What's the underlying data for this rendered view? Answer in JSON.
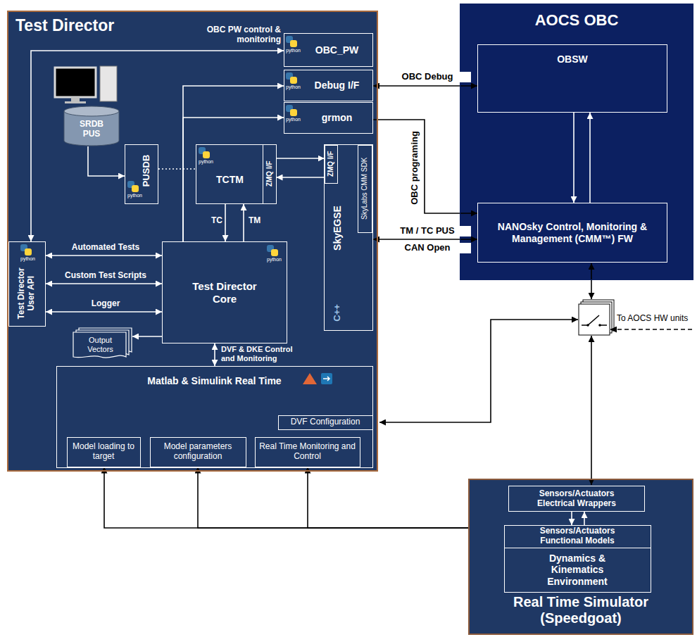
{
  "diagram": {
    "nodes": [
      {
        "text": [
          "Test Director"
        ]
      },
      {
        "text": [
          "OBC_PW"
        ],
        "in": 0
      },
      {
        "text": [
          "Debug I/F"
        ],
        "in": 0
      },
      {
        "text": [
          "grmon"
        ],
        "in": 0
      },
      {
        "text": [
          "SRDB PUS"
        ],
        "in": 0
      },
      {
        "text": [
          "PUSDB"
        ],
        "in": 0
      },
      {
        "text": [
          "TCTM"
        ],
        "in": 0
      },
      {
        "text": [
          "ZMQ I/F"
        ],
        "in": 6
      },
      {
        "text": [
          "SkyEGSE",
          "C++"
        ],
        "in": 0
      },
      {
        "text": [
          "ZMQ I/F"
        ],
        "in": 8
      },
      {
        "text": [
          "SkyLabs CMM SDK"
        ],
        "in": 8
      },
      {
        "text": [
          "Test Director User API"
        ],
        "in": 0
      },
      {
        "text": [
          "Test Director Core"
        ],
        "in": 0
      },
      {
        "text": [
          "Output Vectors"
        ],
        "in": 0
      },
      {
        "text": [
          "Matlab & Simulink Real Time"
        ],
        "in": 0
      },
      {
        "text": [
          "DVF Configuration"
        ],
        "in": 14
      },
      {
        "text": [
          "Model loading to target"
        ],
        "in": 14
      },
      {
        "text": [
          "Model parameters configuration"
        ],
        "in": 14
      },
      {
        "text": [
          "Real Time Monitoring and Control"
        ],
        "in": 14
      },
      {
        "text": [
          "AOCS OBC"
        ]
      },
      {
        "text": [
          "OBSW"
        ],
        "in": 19
      },
      {
        "text": [
          "NANOsky Control, Monitoring & Management (CMM™) FW"
        ],
        "in": 19
      },
      {
        "text": [
          "Real Time Simulator (Speedgoat)"
        ]
      },
      {
        "text": [
          "Sensors/Actuators Electrical Wrappers"
        ],
        "in": 22
      },
      {
        "text": [
          "Sensors/Actuators Functional Models"
        ],
        "in": 22
      },
      {
        "text": [
          "Dynamics & Kinematics Environment"
        ],
        "in": 24
      }
    ],
    "edges": [
      {
        "from": 11,
        "to": 1,
        "label": "OBC PW control & monitoring",
        "arrow": "both"
      },
      {
        "from": 12,
        "to": 2,
        "arrow": "to"
      },
      {
        "from": 12,
        "to": 3,
        "arrow": "to"
      },
      {
        "from": 5,
        "to": 6,
        "arrow": "none"
      },
      {
        "from": 4,
        "to": 5,
        "arrow": "to"
      },
      {
        "from": 7,
        "to": 9,
        "arrow": "to"
      },
      {
        "from": 9,
        "to": 7,
        "arrow": "to"
      },
      {
        "from": 6,
        "to": 12,
        "label": "TC",
        "arrow": "to"
      },
      {
        "from": 12,
        "to": 6,
        "label": "TM",
        "arrow": "to"
      },
      {
        "from": 11,
        "to": 12,
        "label": "Automated Tests",
        "arrow": "both"
      },
      {
        "from": 11,
        "to": 12,
        "label": "Custom Test Scripts",
        "arrow": "both"
      },
      {
        "from": 11,
        "to": 12,
        "label": "Logger",
        "arrow": "both"
      },
      {
        "from": 12,
        "to": 13,
        "arrow": "to"
      },
      {
        "from": 12,
        "to": 14,
        "label": "DVF & DKE Control and Monitoring",
        "arrow": "both"
      },
      {
        "from": 2,
        "to": 20,
        "label": "OBC Debug",
        "arrow": "both"
      },
      {
        "from": 3,
        "to": 21,
        "label": "OBC programing",
        "arrow": "to"
      },
      {
        "from": 8,
        "to": 21,
        "label": "TM / TC PUS",
        "arrow": "both"
      },
      {
        "from": 20,
        "to": 21,
        "arrow": "to"
      },
      {
        "from": 21,
        "to": 20,
        "arrow": "to"
      },
      {
        "from": 22,
        "to": 16,
        "arrow": "to"
      },
      {
        "from": 22,
        "to": 17,
        "arrow": "to"
      },
      {
        "from": 22,
        "to": 18,
        "arrow": "to"
      },
      {
        "from": 23,
        "to": 24,
        "arrow": "to"
      },
      {
        "from": 24,
        "to": 23,
        "arrow": "to"
      }
    ],
    "labels": [
      "CAN Open",
      "To AOCS HW units",
      "python",
      "python",
      "python",
      "python",
      "python",
      "python",
      "python"
    ]
  }
}
